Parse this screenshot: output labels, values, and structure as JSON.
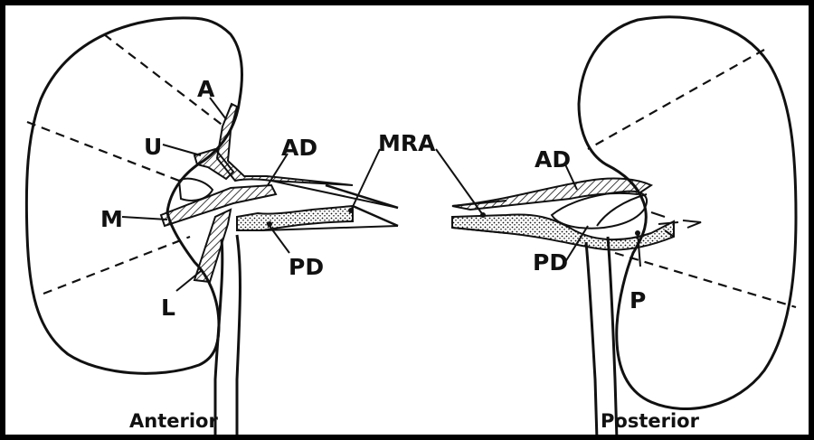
{
  "labels": {
    "A": "A",
    "U": "U",
    "M": "M",
    "L": "L",
    "AD_left": "AD",
    "PD_left": "PD",
    "MRA": "MRA",
    "AD_right": "AD",
    "PD_right": "PD",
    "P": "P"
  },
  "captions": {
    "left": "Anterior",
    "right": "Posterior"
  }
}
